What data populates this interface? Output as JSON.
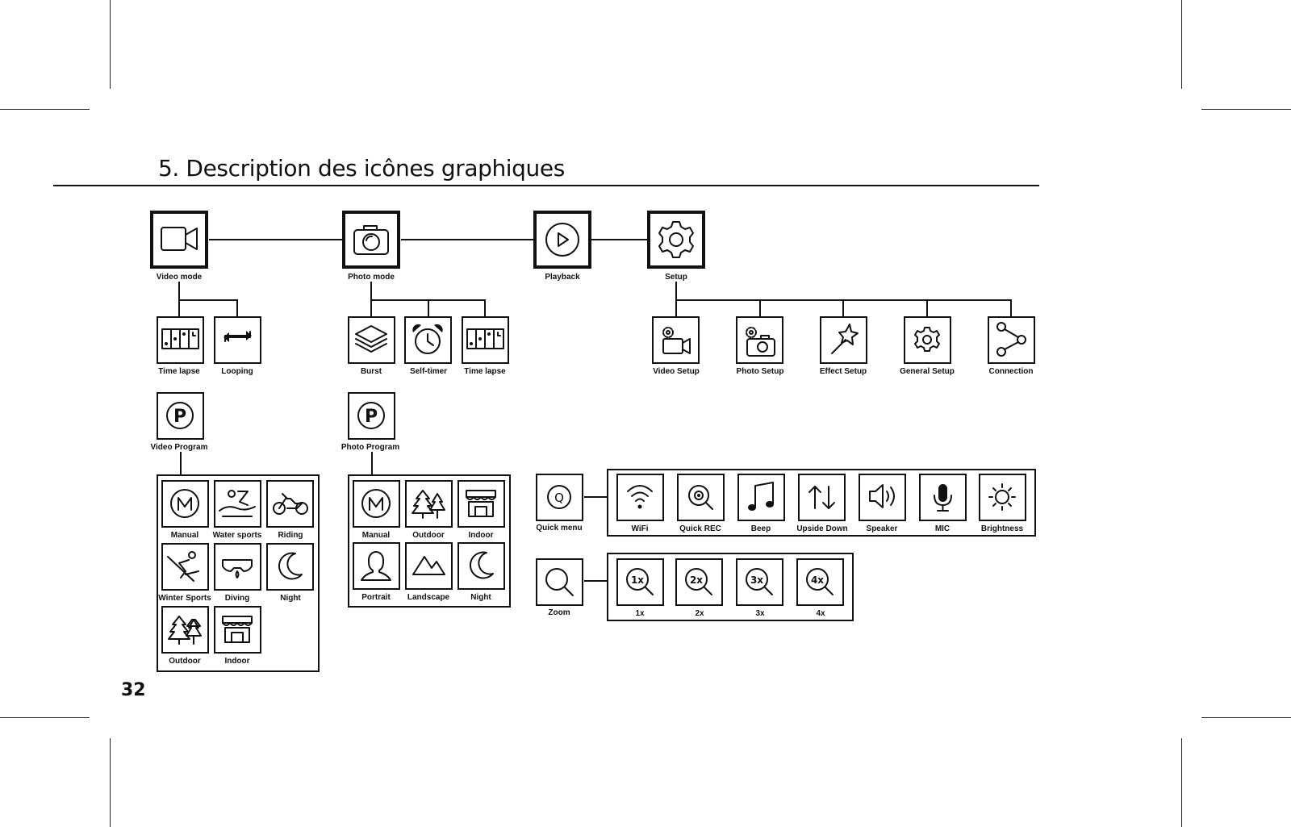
{
  "page": {
    "title": "5. Description des icônes graphiques",
    "page_number": "32"
  },
  "modes": {
    "video": "Video mode",
    "photo": "Photo mode",
    "playback": "Playback",
    "setup": "Setup"
  },
  "video_submenu": {
    "time_lapse": "Time lapse",
    "looping": "Looping",
    "program": "Video Program"
  },
  "photo_submenu": {
    "burst": "Burst",
    "self_timer": "Self-timer",
    "time_lapse": "Time lapse",
    "program": "Photo Program"
  },
  "setup_submenu": {
    "video_setup": "Video Setup",
    "photo_setup": "Photo Setup",
    "effect_setup": "Effect Setup",
    "general_setup": "General Setup",
    "connection": "Connection"
  },
  "video_program": {
    "manual": "Manual",
    "water_sports": "Water sports",
    "riding": "Riding",
    "winter_sports": "Winter Sports",
    "diving": "Diving",
    "night": "Night",
    "outdoor": "Outdoor",
    "indoor": "Indoor"
  },
  "photo_program": {
    "manual": "Manual",
    "outdoor": "Outdoor",
    "indoor": "Indoor",
    "portrait": "Portrait",
    "landscape": "Landscape",
    "night": "Night"
  },
  "quick_menu": {
    "label": "Quick menu",
    "wifi": "WiFi",
    "quick_rec": "Quick REC",
    "beep": "Beep",
    "upside_down": "Upside Down",
    "speaker": "Speaker",
    "mic": "MIC",
    "brightness": "Brightness"
  },
  "zoom": {
    "label": "Zoom",
    "z1": "1x",
    "z2": "2x",
    "z3": "3x",
    "z4": "4x"
  }
}
